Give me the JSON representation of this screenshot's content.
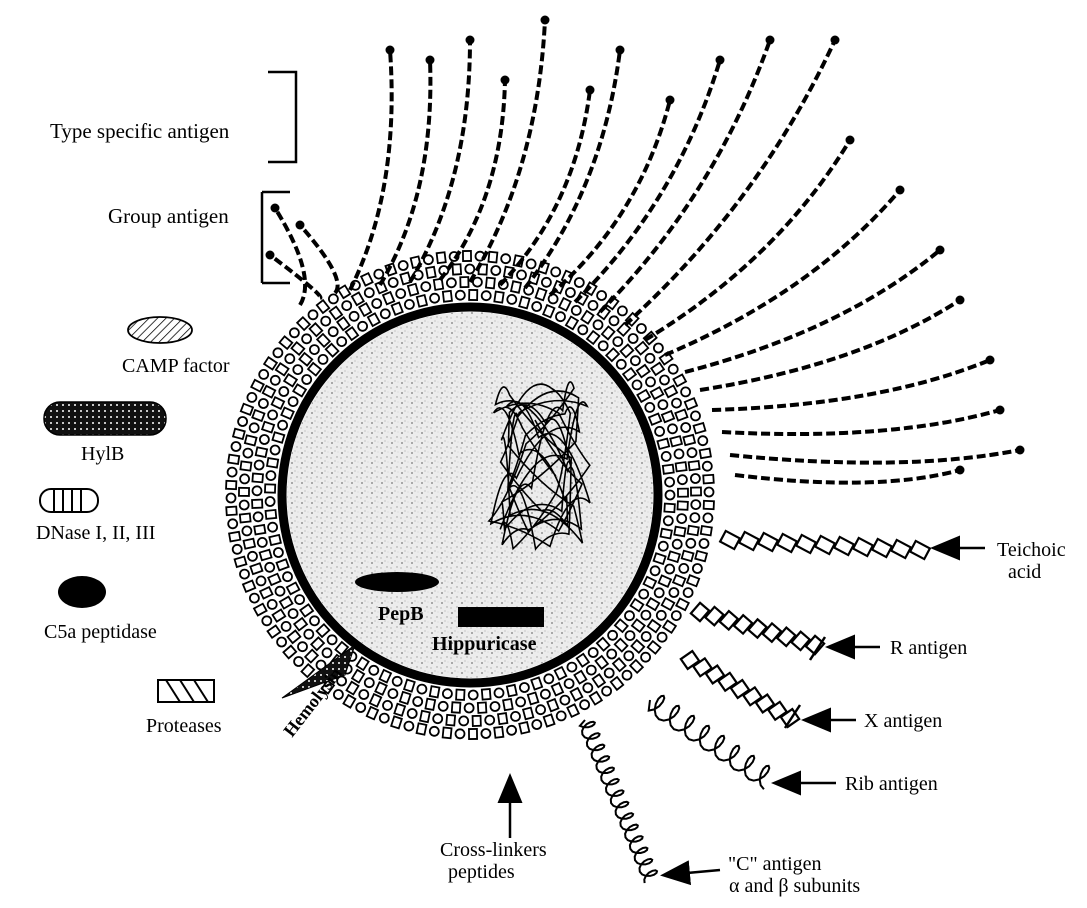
{
  "labels": {
    "type_specific_antigen": "Type specific antigen",
    "group_antigen": "Group antigen",
    "camp_factor": "CAMP factor",
    "hylb": "HylB",
    "dnase": "DNase I, II, III",
    "c5a_peptidase": "C5a peptidase",
    "proteases": "Proteases",
    "hemolysin": "Hemolysin",
    "pepb": "PepB",
    "hippuricase": "Hippuricase",
    "cross_linkers_line1": "Cross-linkers",
    "cross_linkers_line2": "peptides",
    "teichoic_line1": "Teichoic",
    "teichoic_line2": "acid",
    "r_antigen": "R antigen",
    "x_antigen": "X antigen",
    "rib_antigen": "Rib antigen",
    "c_antigen_line1": "\"C\" antigen",
    "c_antigen_line2": "α and β subunits"
  },
  "colors": {
    "ink": "#000000",
    "paper": "#ffffff",
    "cytoplasm": "#d9d9d9"
  }
}
